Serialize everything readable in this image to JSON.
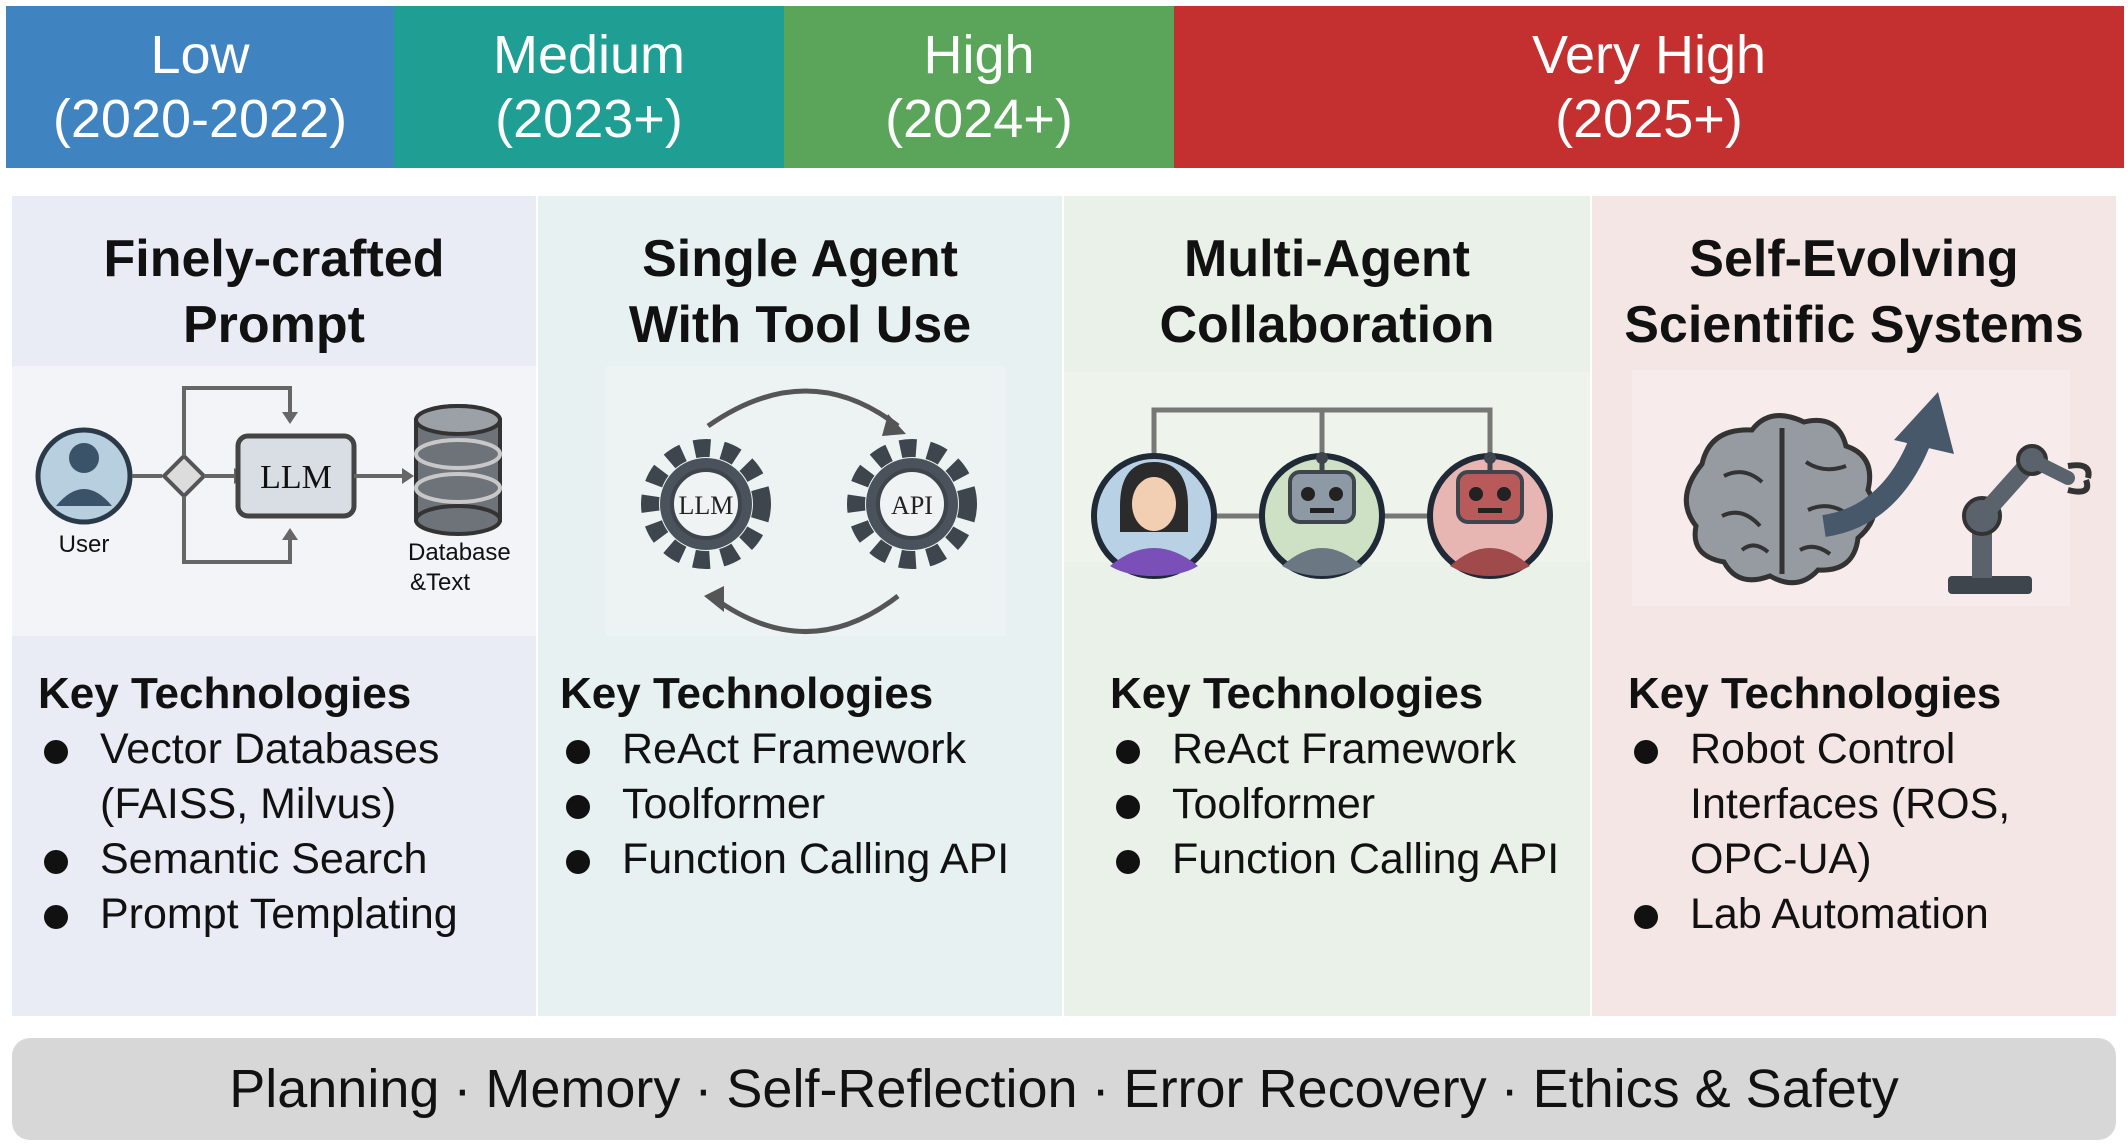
{
  "levels": [
    {
      "name": "Low",
      "period": "(2020-2022)",
      "color": "#3f83c0"
    },
    {
      "name": "Medium",
      "period": "(2023+)",
      "color": "#1f9e94"
    },
    {
      "name": "High",
      "period": "(2024+)",
      "color": "#5ba55b"
    },
    {
      "name": "Very High",
      "period": "(2025+)",
      "color": "#c3302f"
    }
  ],
  "columns": [
    {
      "title_line1": "Finely-crafted",
      "title_line2": "Prompt",
      "bg": "#e9ebf5",
      "illustration": {
        "llm_label": "LLM",
        "user_label": "User",
        "db_label_line1": "Database",
        "db_label_line2": "&Text"
      },
      "key_heading": "Key Technologies",
      "items": [
        "Vector Databases (FAISS, Milvus)",
        "Semantic Search",
        "Prompt Templating"
      ]
    },
    {
      "title_line1": "Single Agent",
      "title_line2": "With Tool Use",
      "bg": "#e7f1f1",
      "illustration": {
        "gear1_label": "LLM",
        "gear2_label": "API"
      },
      "key_heading": "Key Technologies",
      "items": [
        "ReAct Framework",
        "Toolformer",
        "Function Calling API"
      ]
    },
    {
      "title_line1": "Multi-Agent",
      "title_line2": "Collaboration",
      "bg": "#eaf1e9",
      "illustration": {
        "agents": [
          "human-avatar-icon",
          "robot-green-icon",
          "robot-red-icon"
        ]
      },
      "key_heading": "Key Technologies",
      "items": [
        "ReAct Framework",
        "Toolformer",
        "Function Calling API"
      ]
    },
    {
      "title_line1": "Self-Evolving",
      "title_line2": "Scientific Systems",
      "bg": "#f5e6e6",
      "illustration": {
        "icons": [
          "brain-icon",
          "arrow-up-icon",
          "robotic-arm-icon"
        ]
      },
      "key_heading": "Key Technologies",
      "items": [
        "Robot Control Interfaces (ROS, OPC-UA)",
        "Lab Automation"
      ]
    }
  ],
  "footer": {
    "items": [
      "Planning",
      "Memory",
      "Self-Reflection",
      "Error Recovery",
      "Ethics & Safety"
    ],
    "separator": "·"
  }
}
